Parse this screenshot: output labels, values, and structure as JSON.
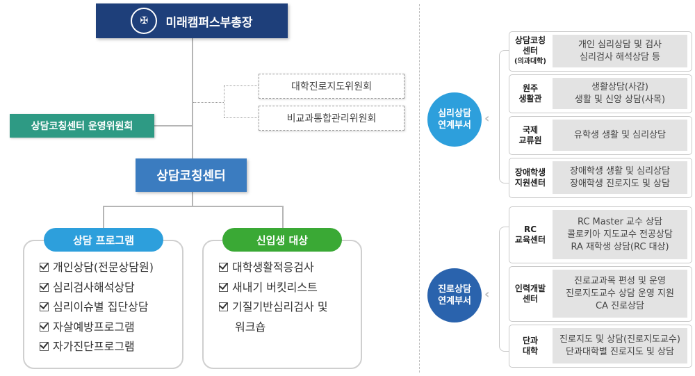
{
  "vice_president": {
    "label": "미래캠퍼스부총장",
    "seal_icon": "university-seal-icon"
  },
  "committees": [
    "대학진로지도위원회",
    "비교과통합관리위원회"
  ],
  "operating_committee": "상담코칭센터 운영위원회",
  "center": "상담코칭센터",
  "programs": [
    {
      "title": "상담 프로그램",
      "items": [
        "개인상담(전문상담원)",
        "심리검사해석상담",
        "심리이슈별 집단상담",
        "자살예방프로그램",
        "자가진단프로그램"
      ]
    },
    {
      "title": "신입생 대상",
      "items": [
        "대학생활적응검사",
        "새내기 버킷리스트",
        "기질기반심리검사 및",
        "워크숍"
      ]
    }
  ],
  "groups": [
    {
      "title_lines": [
        "심리상담",
        "연계부서"
      ],
      "cards": [
        {
          "label_lines": [
            "상담코칭",
            "센터"
          ],
          "sublabel": "(의과대학)",
          "desc_lines": [
            "개인 심리상담 및 검사",
            "심리검사 해석상담 등"
          ]
        },
        {
          "label_lines": [
            "원주",
            "생활관"
          ],
          "desc_lines": [
            "생활상담(사감)",
            "생활 및 신앙 상담(사목)"
          ]
        },
        {
          "label_lines": [
            "국제",
            "교류원"
          ],
          "desc_lines": [
            "유학생 생활 및 심리상담"
          ]
        },
        {
          "label_lines": [
            "장애학생",
            "지원센터"
          ],
          "desc_lines": [
            "장애학생 생활 및 심리상담",
            "장애학생 진로지도 및 상담"
          ]
        }
      ]
    },
    {
      "title_lines": [
        "진로상담",
        "연계부서"
      ],
      "cards": [
        {
          "label_lines": [
            "RC",
            "교육센터"
          ],
          "desc_lines": [
            "RC Master 교수 상담",
            "콜로키아 지도교수 전공상담",
            "RA 재학생 상담(RC 대상)"
          ]
        },
        {
          "label_lines": [
            "인력개발",
            "센터"
          ],
          "desc_lines": [
            "진로교과목 편성 및 운영",
            "진로지도교수 상담 운영 지원",
            "CA 진로상담"
          ]
        },
        {
          "label_lines": [
            "단과",
            "대학"
          ],
          "desc_lines": [
            "진로지도 및 상담(진로지도교수)",
            "단과대학별 진로지도 및 상담"
          ]
        }
      ]
    }
  ],
  "colors": {
    "navy": "#1e3f7a",
    "teal": "#2e9a84",
    "blue": "#3b7cc0",
    "sky": "#2d9fdc",
    "green": "#3aa935",
    "dark_blue": "#2a63ad"
  }
}
